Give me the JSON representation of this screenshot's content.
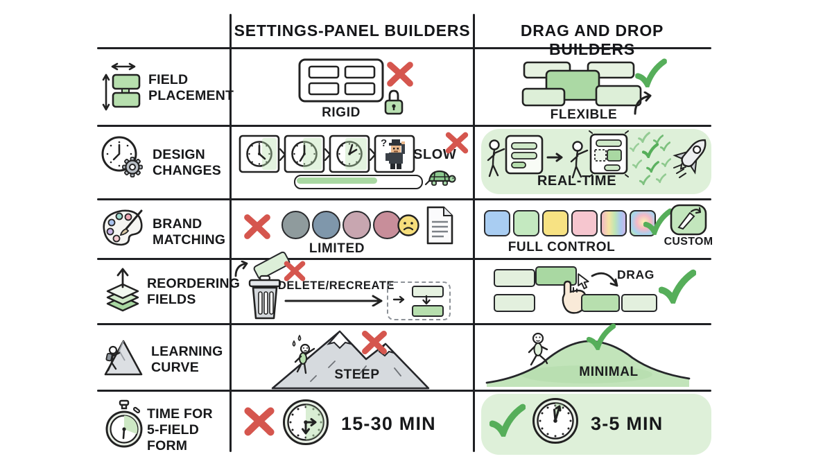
{
  "glyphs": {
    "check": "✓",
    "question": "?"
  },
  "header": {
    "settings_col": "SETTINGS-PANEL BUILDERS",
    "dragdrop_col": "DRAG AND DROP BUILDERS"
  },
  "rows": {
    "field_placement": {
      "label": "FIELD PLACEMENT",
      "settings_caption": "RIGID",
      "dragdrop_caption": "FLEXIBLE"
    },
    "design_changes": {
      "label": "DESIGN CHANGES",
      "settings_caption": "SLOW",
      "dragdrop_caption": "REAL-TIME"
    },
    "brand_matching": {
      "label": "BRAND MATCHING",
      "settings_caption": "LIMITED",
      "dragdrop_caption": "FULL CONTROL",
      "custom_caption": "CUSTOM"
    },
    "reordering_fields": {
      "label": "REORDERING FIELDS",
      "settings_caption": "DELETE/RECREATE",
      "dragdrop_caption": "DRAG"
    },
    "learning_curve": {
      "label": "LEARNING CURVE",
      "settings_caption": "STEEP",
      "dragdrop_caption": "MINIMAL"
    },
    "time_form": {
      "label": "TIME FOR 5-FIELD FORM",
      "settings_caption": "15-30 MIN",
      "dragdrop_caption": "3-5 MIN"
    }
  },
  "colors": {
    "ink": "#1f2023",
    "green_light": "#ddefd8",
    "green_mid": "#a9d8a2",
    "green_check": "#56ae5a",
    "green_panel_bg": "#def0d9",
    "red_cross": "#d5564e"
  }
}
